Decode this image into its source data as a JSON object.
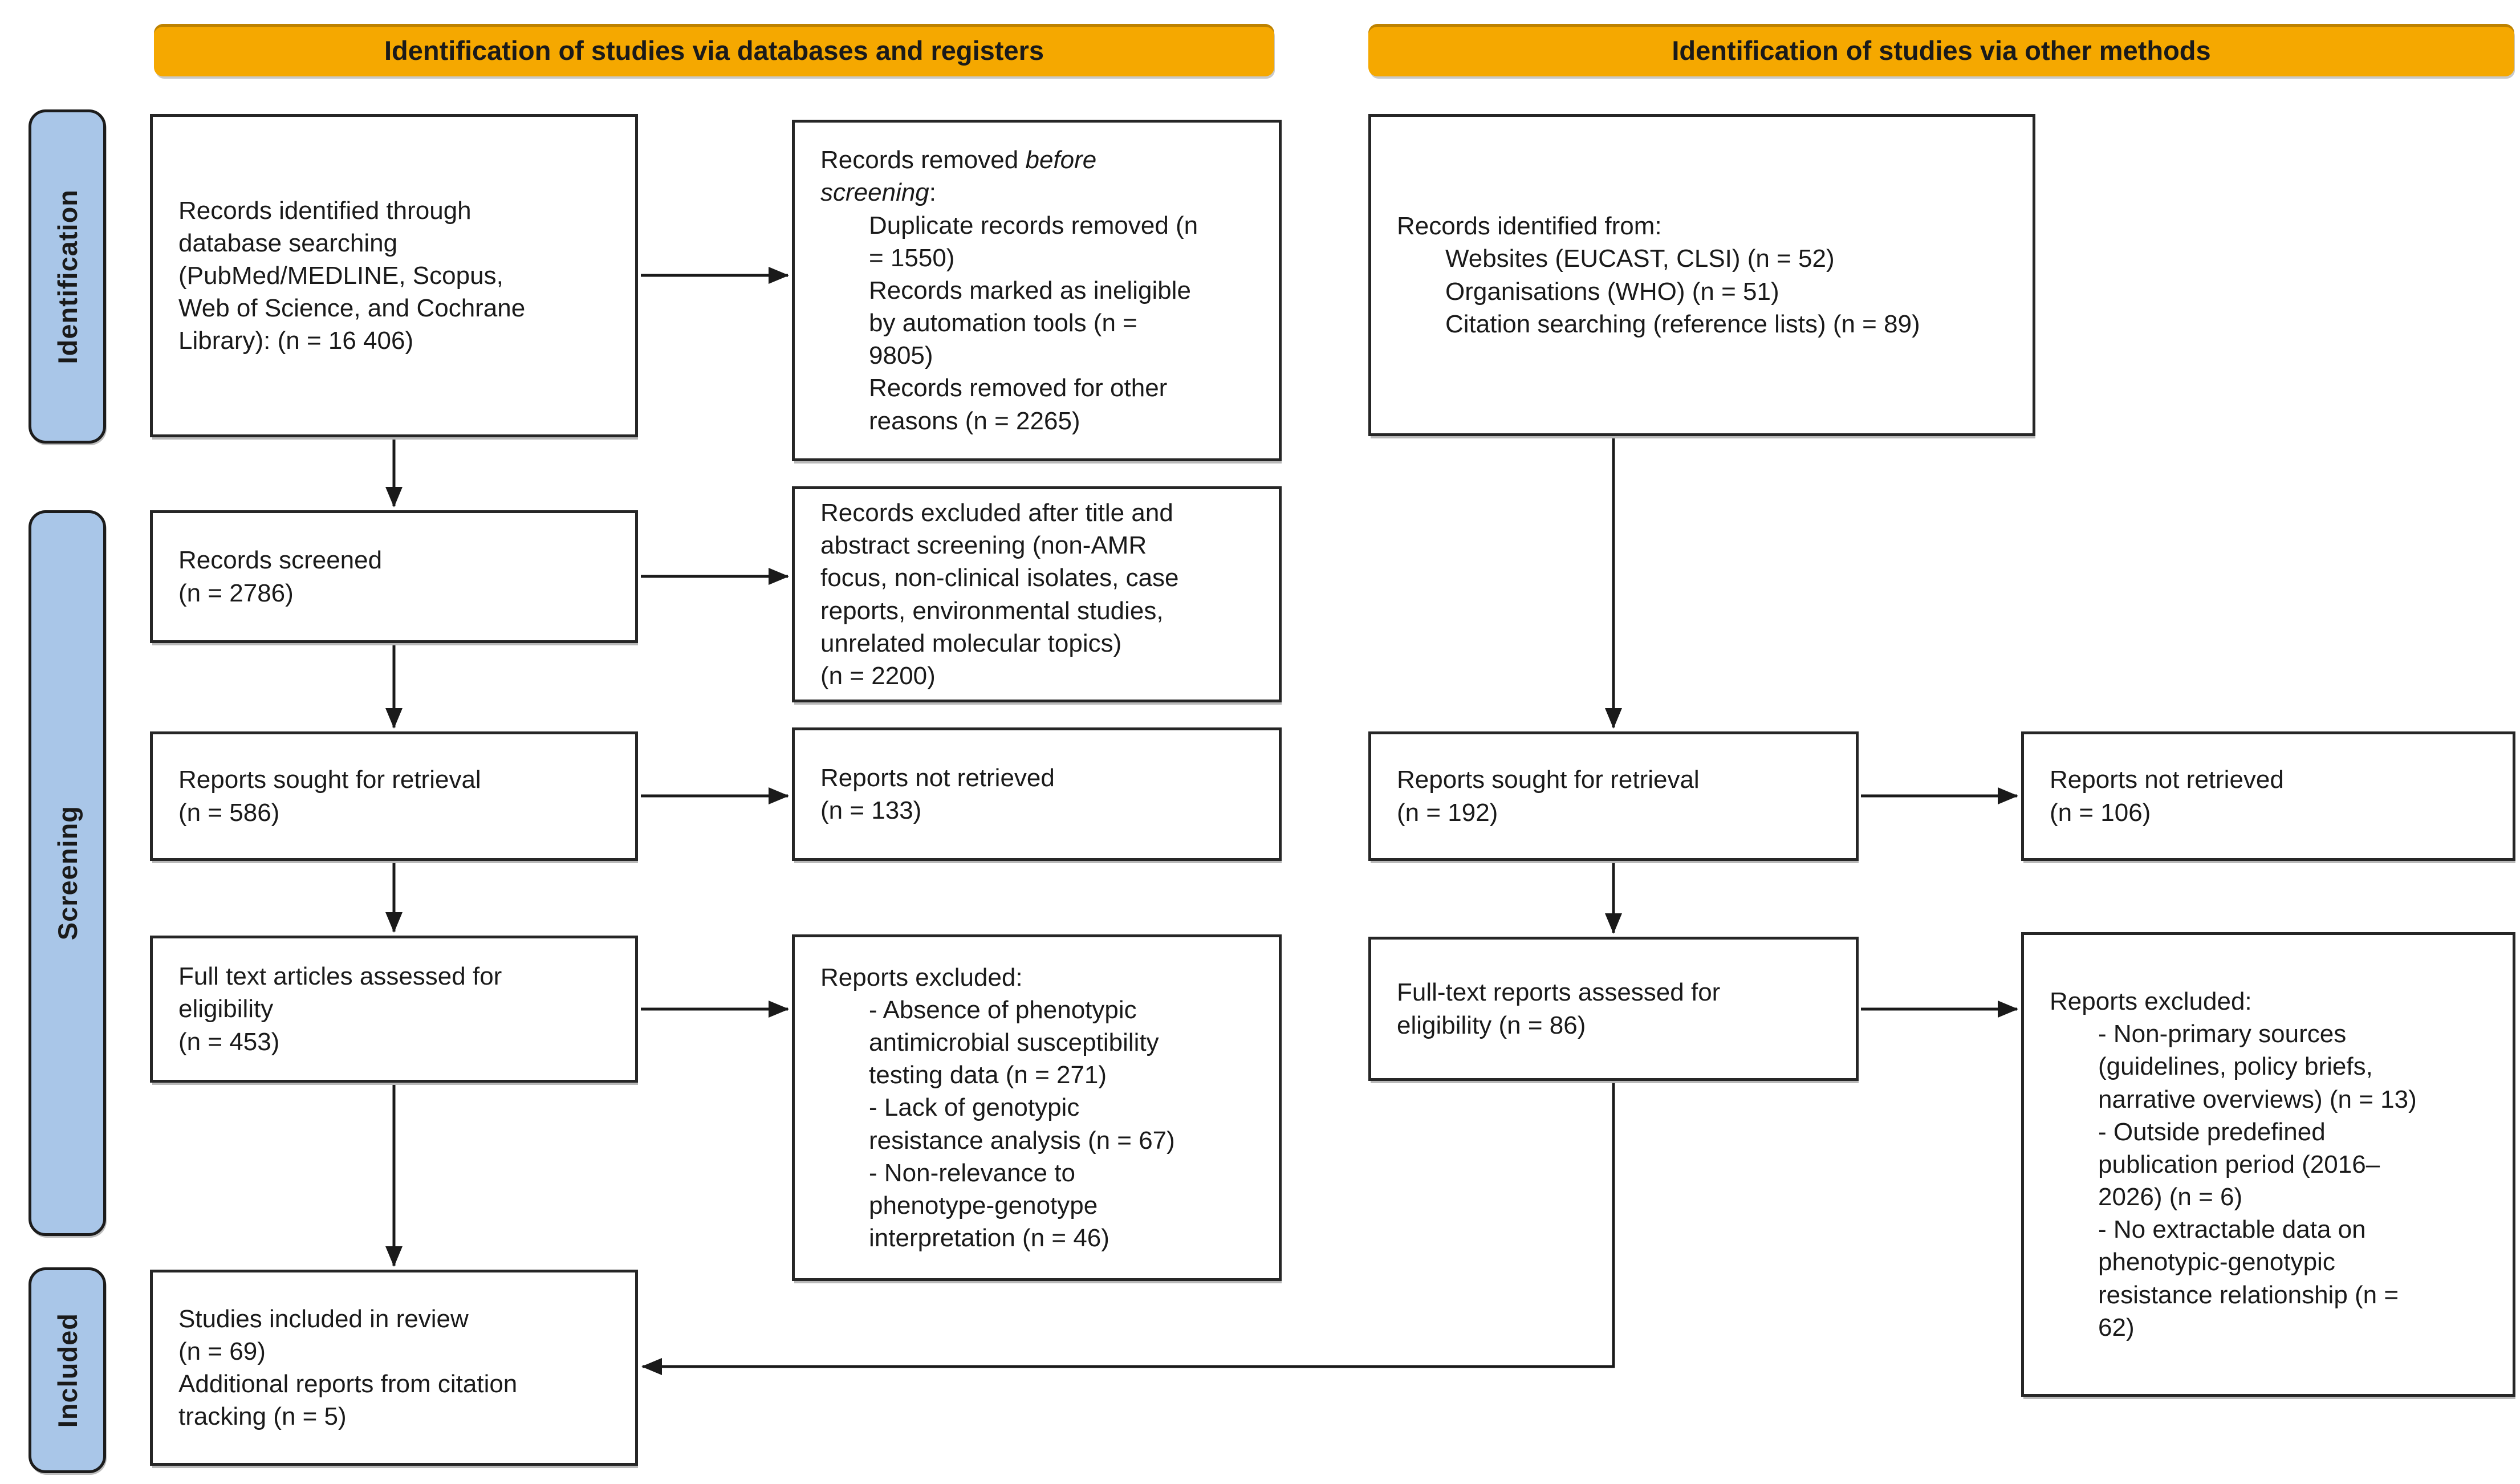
{
  "colors": {
    "banner_fill": "#F5A800",
    "stage_fill": "#A9C6E8",
    "box_border": "#262626",
    "arrow": "#1a1a1a"
  },
  "banners": {
    "databases": "Identification of studies via databases and registers",
    "other": "Identification of studies via other methods"
  },
  "stages": {
    "identification": "Identification",
    "screening": "Screening",
    "included": "Included"
  },
  "boxes": {
    "db_identified": {
      "text": "Records identified through\ndatabase searching\n(PubMed/MEDLINE, Scopus,\nWeb of Science, and Cochrane\nLibrary): (n = 16 406)"
    },
    "records_removed": {
      "title_normal": "Records removed ",
      "title_italic_1": "before",
      "title_italic_2": "screening",
      "title_colon": ":",
      "items": [
        "Duplicate records removed (n\n= 1550)",
        "Records marked as ineligible\nby automation tools (n =\n9805)",
        "Records removed for other\nreasons (n = 2265)"
      ]
    },
    "other_identified": {
      "title": "Records identified from:",
      "items": [
        "Websites (EUCAST, CLSI) (n = 52)",
        "Organisations (WHO) (n = 51)",
        "Citation searching (reference lists) (n = 89)"
      ]
    },
    "records_screened": {
      "text": "Records screened\n(n = 2786)"
    },
    "records_excluded_title_abstract": {
      "text": "Records excluded after title and\nabstract screening (non-AMR\nfocus, non-clinical isolates, case\nreports, environmental studies,\nunrelated molecular topics)\n(n = 2200)"
    },
    "reports_sought_db": {
      "text": "Reports sought for retrieval\n(n = 586)"
    },
    "reports_not_retrieved_db": {
      "text": "Reports not retrieved\n(n = 133)"
    },
    "reports_sought_other": {
      "text": "Reports sought for retrieval\n(n = 192)"
    },
    "reports_not_retrieved_other": {
      "text": "Reports not retrieved\n(n = 106)"
    },
    "fulltext_assessed_db": {
      "text": "Full text articles assessed for\neligibility\n(n = 453)"
    },
    "reports_excluded_db": {
      "title": "Reports excluded:",
      "items": [
        "- Absence of phenotypic\nantimicrobial susceptibility\ntesting data (n = 271)",
        "- Lack of genotypic\nresistance analysis (n = 67)",
        "- Non-relevance to\nphenotype-genotype\ninterpretation (n = 46)"
      ]
    },
    "fulltext_assessed_other": {
      "text": "Full-text reports assessed for\neligibility (n = 86)"
    },
    "reports_excluded_other": {
      "title": "Reports excluded:",
      "items": [
        "- Non-primary sources\n(guidelines, policy briefs,\nnarrative overviews) (n = 13)",
        "- Outside predefined\npublication period (2016–\n2026) (n = 6)",
        "- No extractable data on\nphenotypic-genotypic\nresistance relationship (n =\n62)"
      ]
    },
    "included_studies": {
      "text": "Studies included in review\n(n = 69)\nAdditional reports from citation\ntracking (n = 5)"
    }
  }
}
